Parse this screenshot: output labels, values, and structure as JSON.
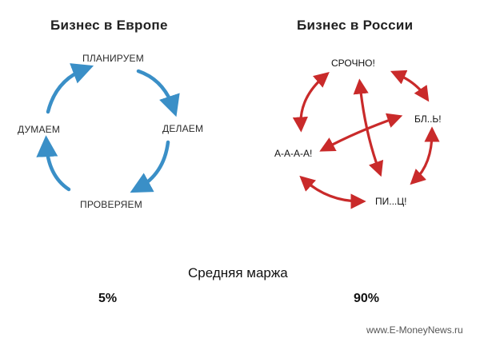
{
  "europe": {
    "title": "Бизнес в Европе",
    "nodes": [
      "ПЛАНИРУЕМ",
      "ДЕЛАЕМ",
      "ПРОВЕРЯЕМ",
      "ДУМАЕМ"
    ],
    "arrow_color": "#3a8fc7"
  },
  "russia": {
    "title": "Бизнес в России",
    "nodes": [
      "СРОЧНО!",
      "БЛ..Ь!",
      "ПИ...Ц!",
      "А-А-А-А!"
    ],
    "arrow_color": "#c92a2a"
  },
  "margin": {
    "label": "Средняя маржа",
    "europe_value": "5%",
    "russia_value": "90%"
  },
  "watermark": "www.E-MoneyNews.ru"
}
